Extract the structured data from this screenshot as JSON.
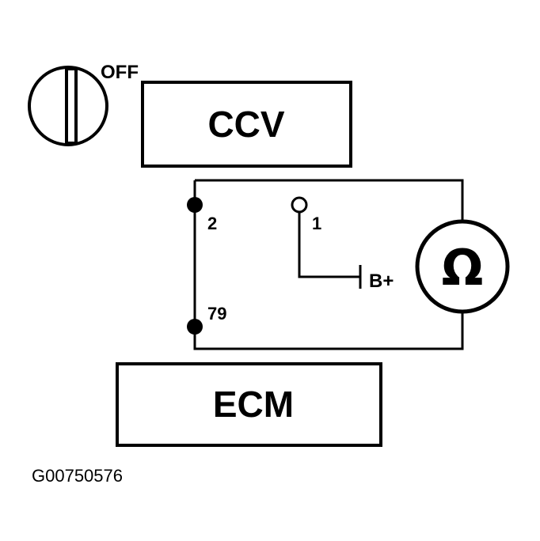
{
  "ignition_switch": {
    "position_label": "OFF"
  },
  "components": {
    "ccv_label": "CCV",
    "ecm_label": "ECM"
  },
  "pins": {
    "pin_2": "2",
    "pin_79": "79",
    "pin_1": "1"
  },
  "supply": {
    "label": "B+"
  },
  "meter": {
    "symbol": "Ω"
  },
  "figure": {
    "id": "G00750576"
  }
}
